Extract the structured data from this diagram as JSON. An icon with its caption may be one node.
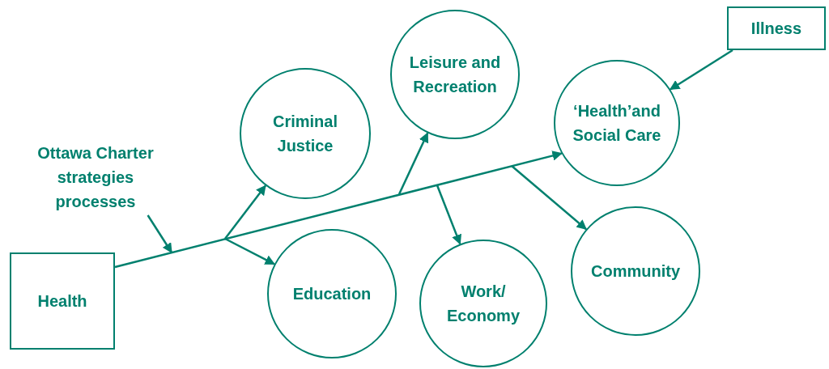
{
  "diagram": {
    "nodes": [
      {
        "text": [
          "Health"
        ]
      },
      {
        "text": [
          "Ottawa Charter",
          "strategies processes"
        ]
      },
      {
        "text": [
          "Criminal Justice"
        ]
      },
      {
        "text": [
          "Education"
        ]
      },
      {
        "text": [
          "Leisure and Recreation"
        ]
      },
      {
        "text": [
          "Work/ Economy"
        ]
      },
      {
        "text": [
          "‘Health’and Social Care"
        ]
      },
      {
        "text": [
          "Community"
        ]
      },
      {
        "text": [
          "Illness"
        ]
      }
    ],
    "edges": [
      {
        "from": 0,
        "to": 6,
        "arrow": "to"
      },
      {
        "from": 1,
        "to": null,
        "arrow": "to"
      },
      {
        "from": null,
        "to": 2,
        "arrow": "to"
      },
      {
        "from": null,
        "to": 3,
        "arrow": "to"
      },
      {
        "from": null,
        "to": 4,
        "arrow": "to"
      },
      {
        "from": null,
        "to": 5,
        "arrow": "to"
      },
      {
        "from": null,
        "to": 7,
        "arrow": "to"
      },
      {
        "from": 8,
        "to": 6,
        "arrow": "to"
      }
    ]
  }
}
